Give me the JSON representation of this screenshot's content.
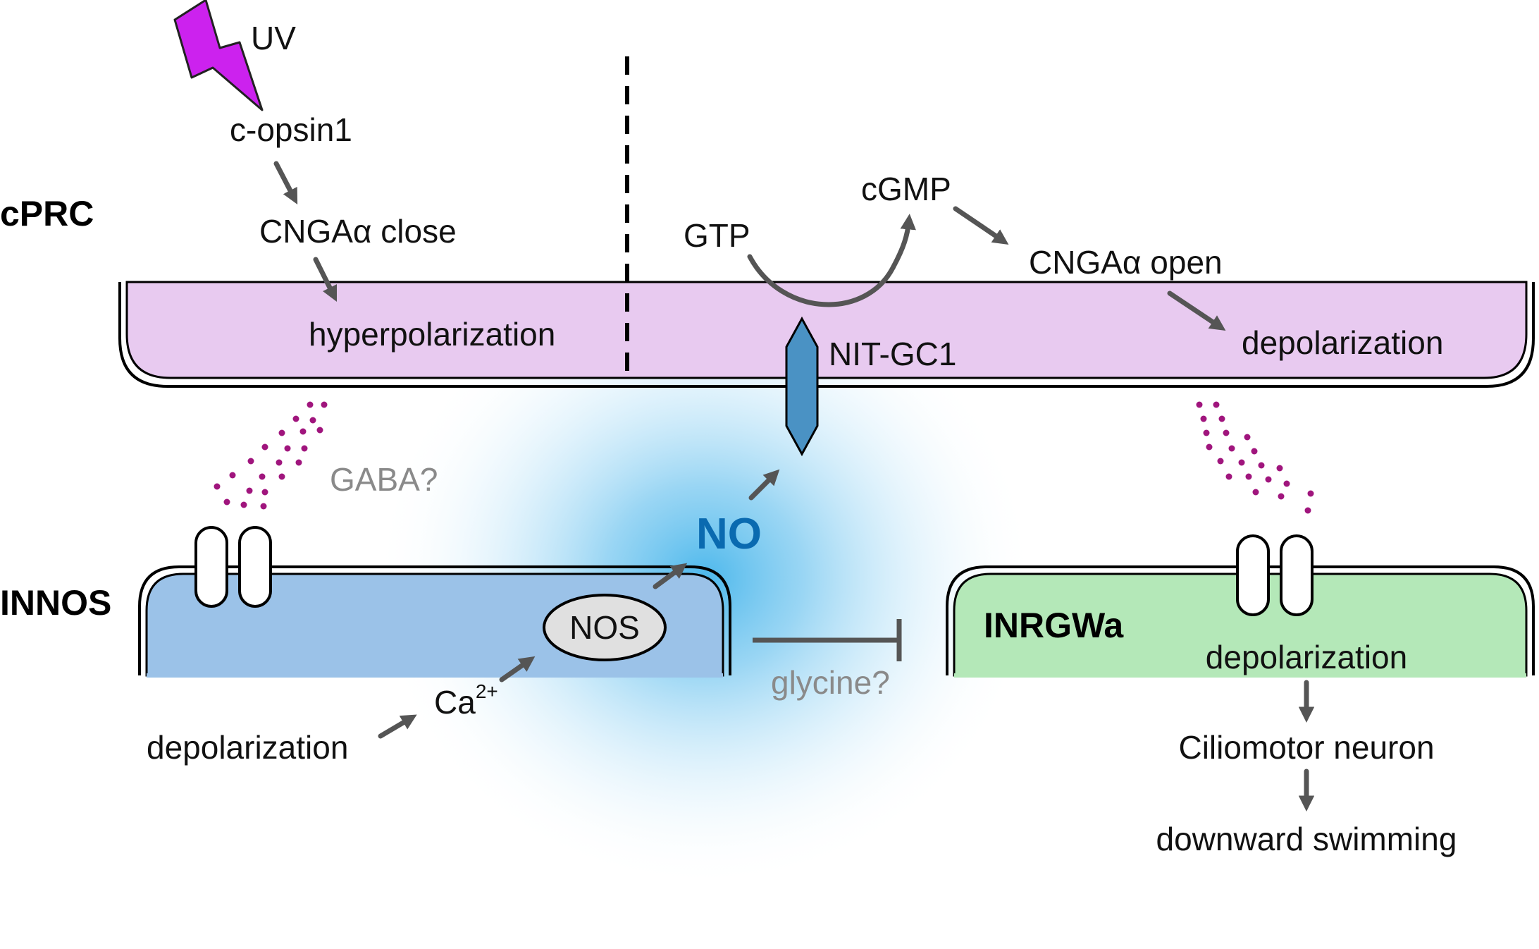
{
  "cells": {
    "cprc": "cPRC",
    "innos": "INNOS",
    "inrgwa": "INRGWa"
  },
  "labels": {
    "uv": "UV",
    "copsin": "c-opsin1",
    "cnga_close": "CNGAα close",
    "hyperpolarization": "hyperpolarization",
    "gtp": "GTP",
    "cgmp": "cGMP",
    "cnga_open": "CNGAα open",
    "depol_cprc": "depolarization",
    "nitgc1": "NIT-GC1",
    "gaba": "GABA?",
    "no": "NO",
    "nos": "NOS",
    "ca": "Ca",
    "ca_sup": "2+",
    "depol_innos": "depolarization",
    "glycine": "glycine?",
    "depol_inrgwa": "depolarization",
    "ciliomotor": "Ciliomotor neuron",
    "swimming": "downward swimming"
  },
  "colors": {
    "cprc_fill": "#e8caf0",
    "innos_fill": "#9bc2e8",
    "inrgwa_fill": "#b4e8b8",
    "no_text": "#0a6ab0",
    "no_glow": "#4db8ec",
    "uv_bolt": "#cc22ee",
    "gc_fill": "#4a92c4",
    "vesicle": "#a0157d",
    "arrow": "#555555"
  }
}
